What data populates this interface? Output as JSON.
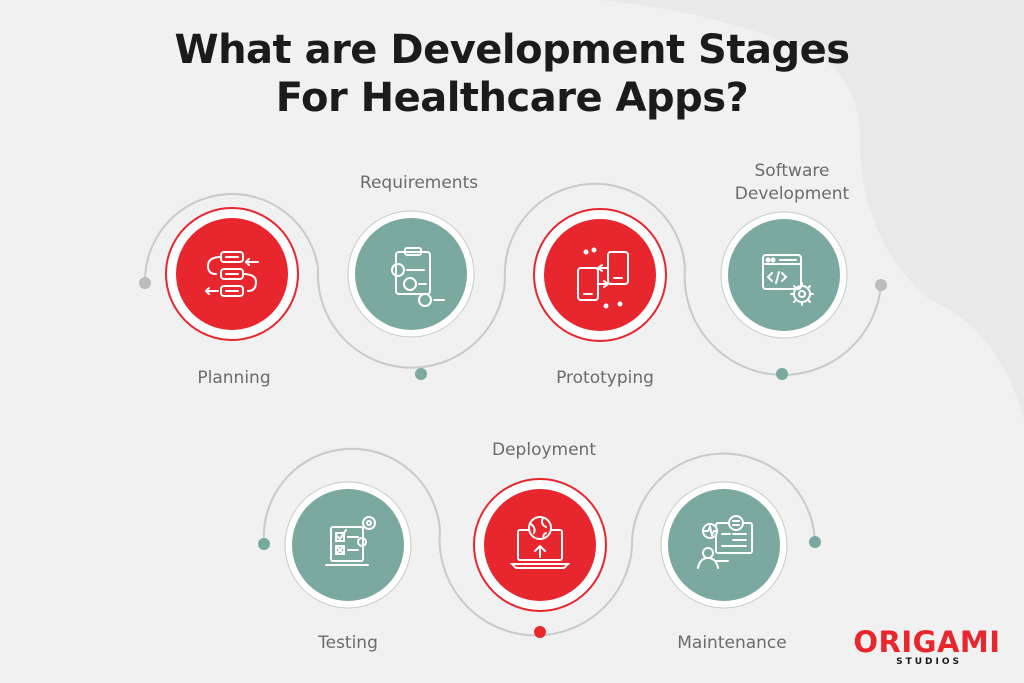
{
  "title": {
    "line1": "What are Development Stages",
    "line2": "For Healthcare Apps?"
  },
  "stages": [
    {
      "label": "Planning",
      "icon": "planning-flow-icon",
      "color": "#e8262d"
    },
    {
      "label": "Requirements",
      "icon": "checklist-clipboard-icon",
      "color": "#7ba9a0"
    },
    {
      "label": "Prototyping",
      "icon": "mobile-prototype-icon",
      "color": "#e8262d"
    },
    {
      "label": "Software Development",
      "label_line1": "Software",
      "label_line2": "Development",
      "icon": "code-window-gear-icon",
      "color": "#7ba9a0"
    },
    {
      "label": "Testing",
      "icon": "test-checklist-icon",
      "color": "#7ba9a0"
    },
    {
      "label": "Deployment",
      "icon": "laptop-globe-upload-icon",
      "color": "#e8262d"
    },
    {
      "label": "Maintenance",
      "icon": "support-dashboard-icon",
      "color": "#7ba9a0"
    }
  ],
  "logo": {
    "main": "ORIGAMI",
    "sub": "STUDIOS"
  },
  "colors": {
    "red": "#e8262d",
    "teal": "#7ba9a0",
    "background": "#f1f1f1",
    "connector": "#c7cbc9"
  }
}
